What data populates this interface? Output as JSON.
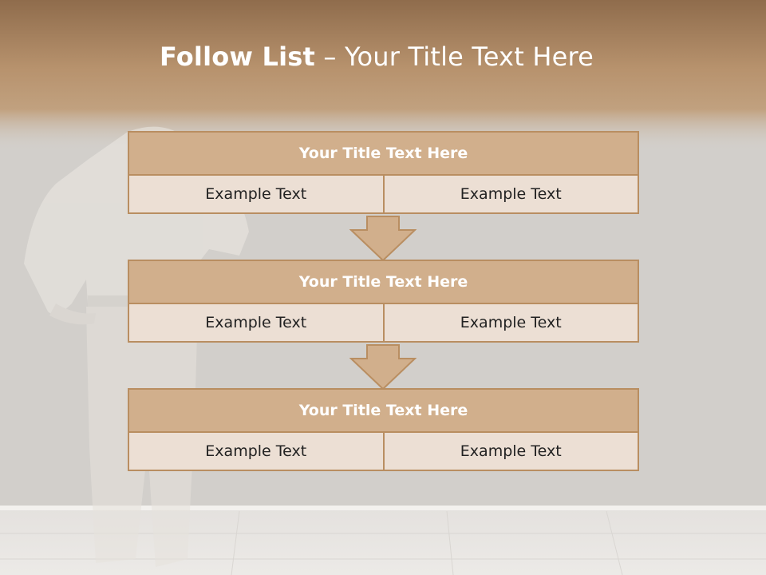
{
  "slide": {
    "title_bold": "Follow List",
    "title_rest": "– Your Title Text Here"
  },
  "steps": [
    {
      "title": "Your Title Text Here",
      "left": "Example Text",
      "right": "Example Text"
    },
    {
      "title": "Your Title Text Here",
      "left": "Example Text",
      "right": "Example Text"
    },
    {
      "title": "Your Title Text Here",
      "left": "Example Text",
      "right": "Example Text"
    }
  ],
  "colors": {
    "header_band": "#b8936c",
    "box_header": "#d1af8c",
    "box_cell": "#ecdfd4",
    "border": "#b98e61",
    "wall": "#d3d0cc"
  }
}
